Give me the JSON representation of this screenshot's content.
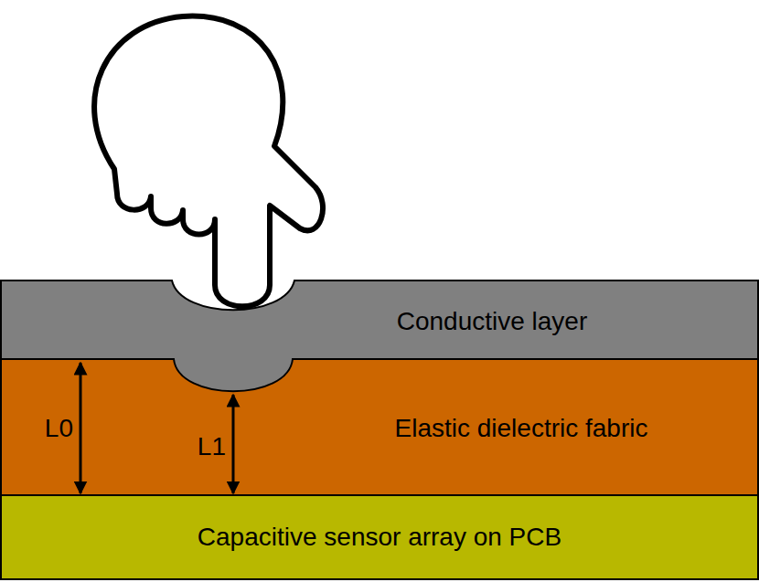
{
  "diagram": {
    "nodes": [
      {
        "text": [
          "Conductive layer"
        ]
      },
      {
        "text": [
          "Elastic dielectric fabric"
        ]
      },
      {
        "text": [
          "Capacitive sensor array on PCB"
        ]
      }
    ],
    "labels": [
      "L0",
      "L1"
    ]
  }
}
